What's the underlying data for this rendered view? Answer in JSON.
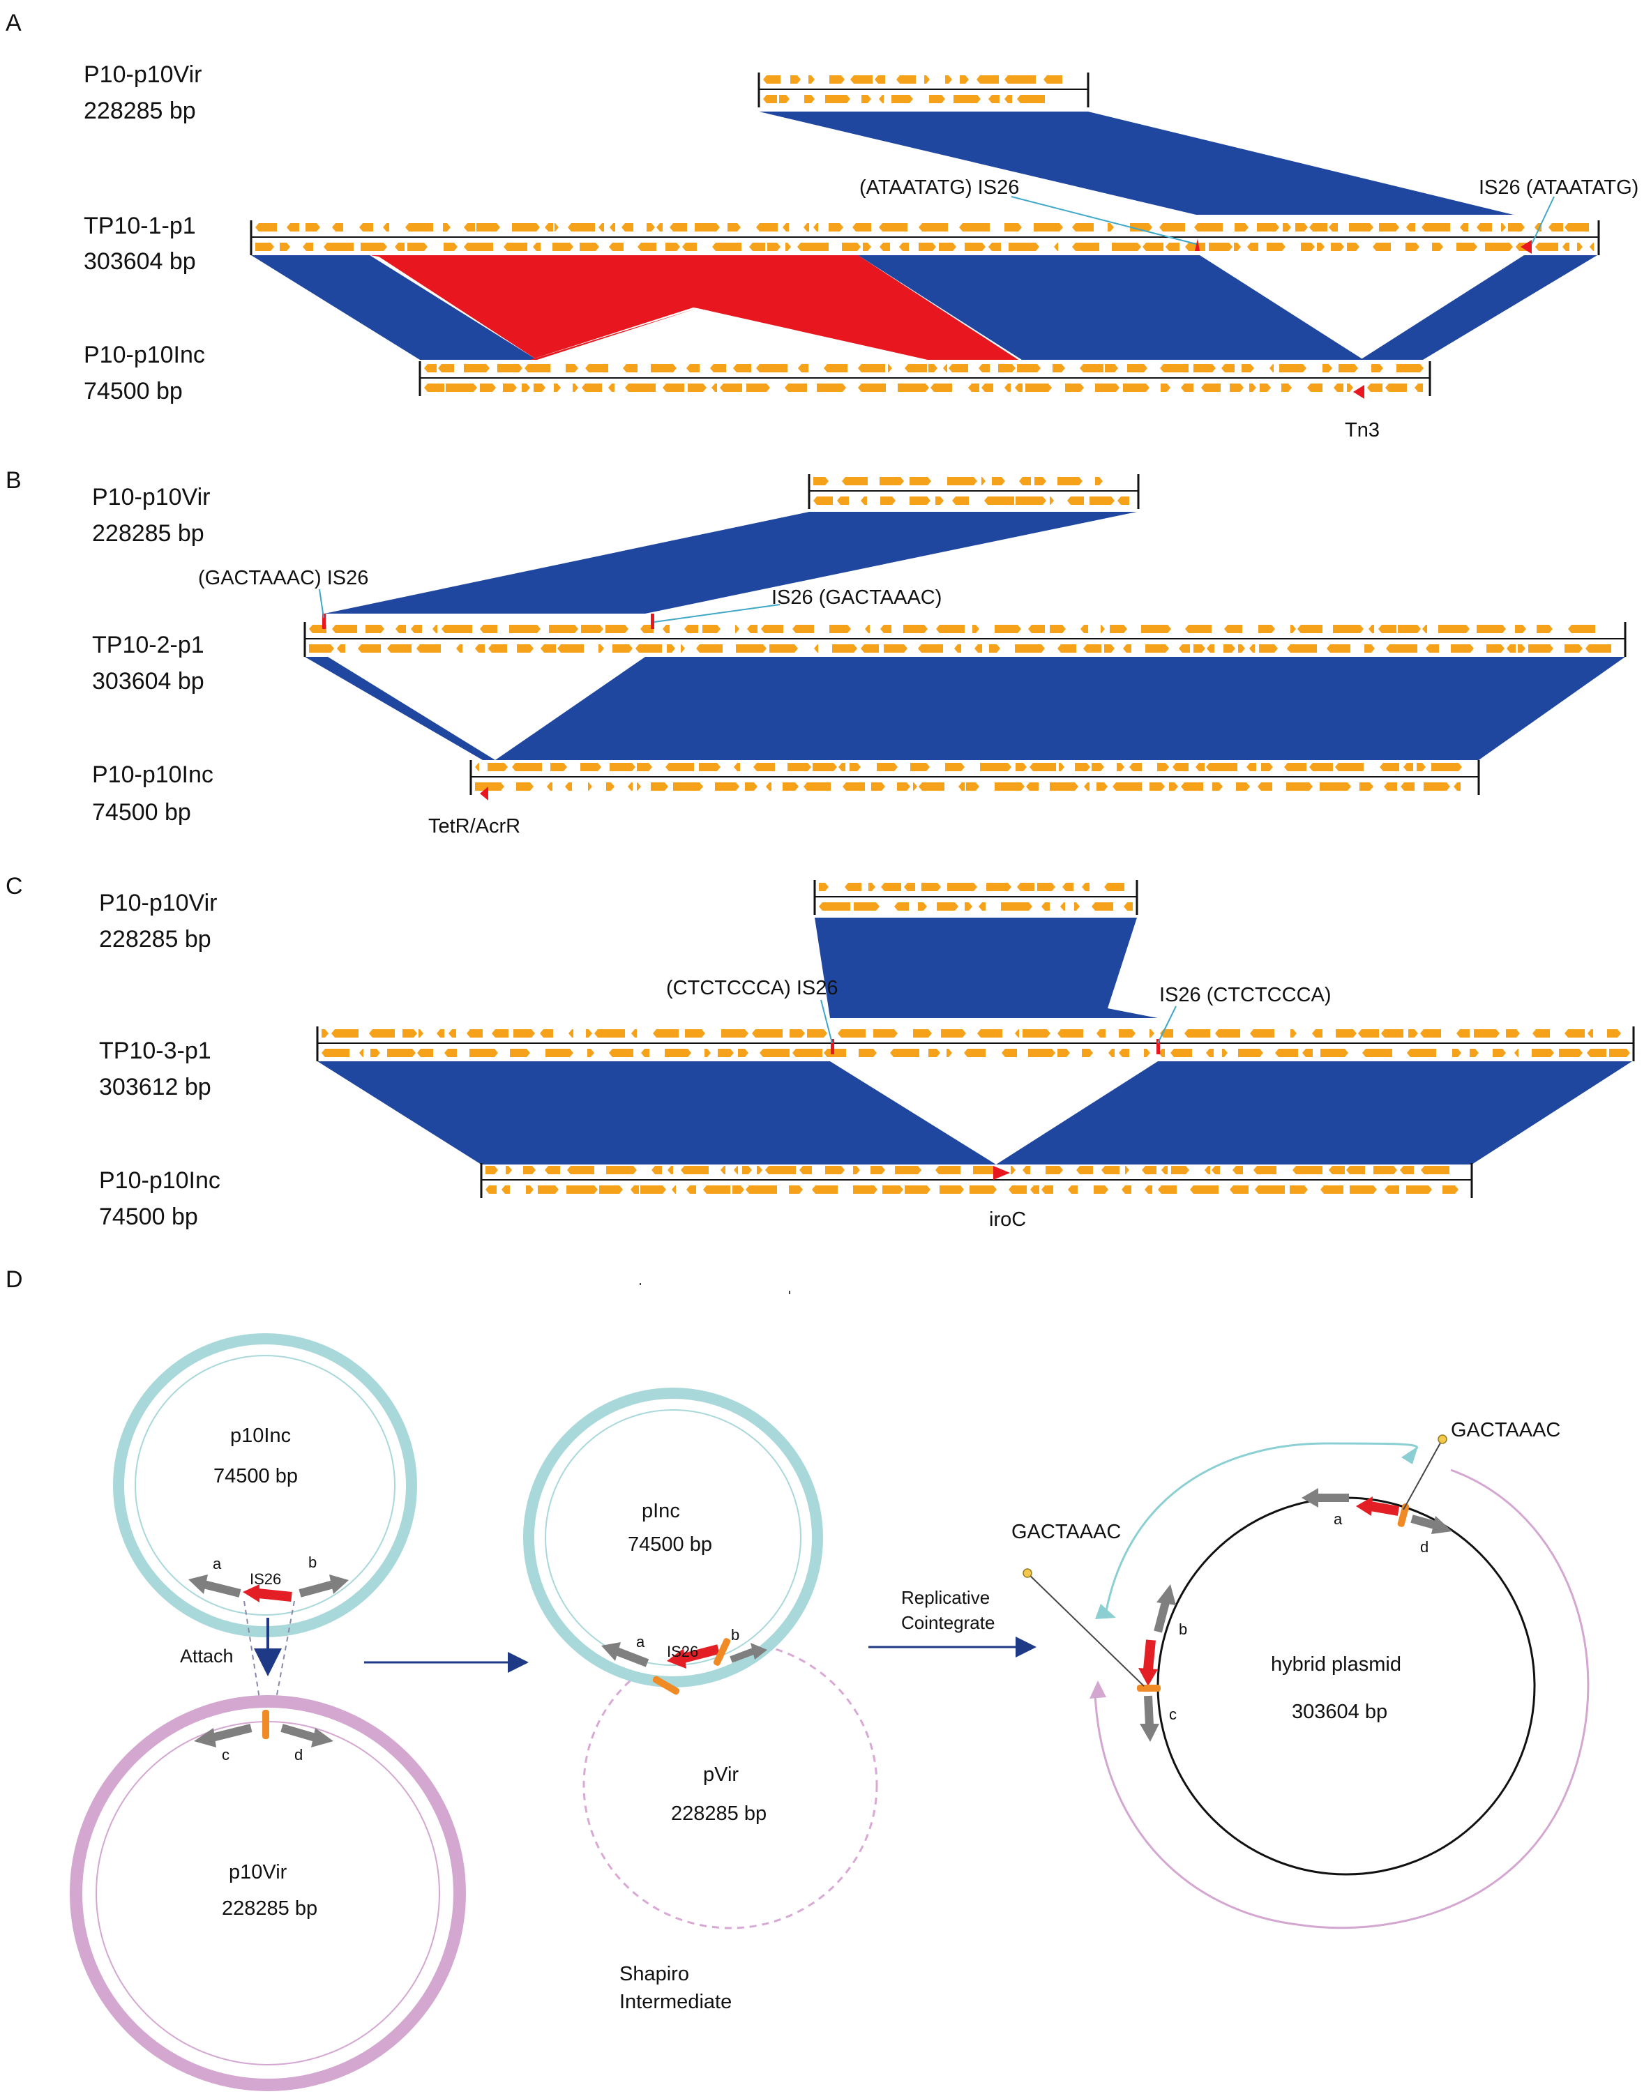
{
  "colors": {
    "gene": "#F5A21A",
    "match": "#1F47A0",
    "inverse": "#E8171F",
    "marker": "#E8171F",
    "ring_inc": "#A9D8DA",
    "ring_vir": "#D4A7D1",
    "arrow_gray": "#7F7F7F",
    "is_red": "#E31E24",
    "orange_bar": "#F08A24",
    "leader": "#3FA8C8",
    "dashed_vir": "#D9A9D6",
    "arrow_navy": "#1E3A86",
    "pin": "#F2C94C"
  },
  "panels": [
    {
      "letter": "A",
      "tracks": [
        {
          "name": "P10-p10Vir",
          "size": "228285 bp"
        },
        {
          "name": "TP10-1-p1",
          "size": "303604 bp"
        },
        {
          "name": "P10-p10Inc",
          "size": "74500 bp"
        }
      ],
      "annotations": [
        "(ATAATATG) IS26",
        "IS26 (ATAATATG)",
        "Tn3"
      ]
    },
    {
      "letter": "B",
      "tracks": [
        {
          "name": "P10-p10Vir",
          "size": "228285 bp"
        },
        {
          "name": "TP10-2-p1",
          "size": "303604 bp"
        },
        {
          "name": "P10-p10Inc",
          "size": "74500 bp"
        }
      ],
      "annotations": [
        "(GACTAAAC) IS26",
        "IS26 (GACTAAAC)",
        "TetR/AcrR"
      ]
    },
    {
      "letter": "C",
      "tracks": [
        {
          "name": "P10-p10Vir",
          "size": "228285 bp"
        },
        {
          "name": "TP10-3-p1",
          "size": "303612 bp"
        },
        {
          "name": "P10-p10Inc",
          "size": "74500 bp"
        }
      ],
      "annotations": [
        "(CTCTCCCA) IS26",
        "IS26 (CTCTCCCA)",
        "iroC"
      ]
    }
  ],
  "panel_d": {
    "letter": "D",
    "p10inc": {
      "name": "p10Inc",
      "size": "74500 bp"
    },
    "p10vir": {
      "name": "p10Vir",
      "size": "228285 bp"
    },
    "pinc": {
      "name": "pInc",
      "size": "74500 bp"
    },
    "pvir": {
      "name": "pVir",
      "size": "228285 bp"
    },
    "hybrid": {
      "name": "hybrid plasmid",
      "size": "303604 bp"
    },
    "is26": "IS26",
    "attach": "Attach",
    "shapiro_1": "Shapiro",
    "shapiro_2": "Intermediate",
    "replicative_1": "Replicative",
    "replicative_2": "Cointegrate",
    "site_left": "GACTAAAC",
    "site_right": "GACTAAAC",
    "gene_a": "a",
    "gene_b": "b",
    "gene_c": "c",
    "gene_d": "d"
  }
}
